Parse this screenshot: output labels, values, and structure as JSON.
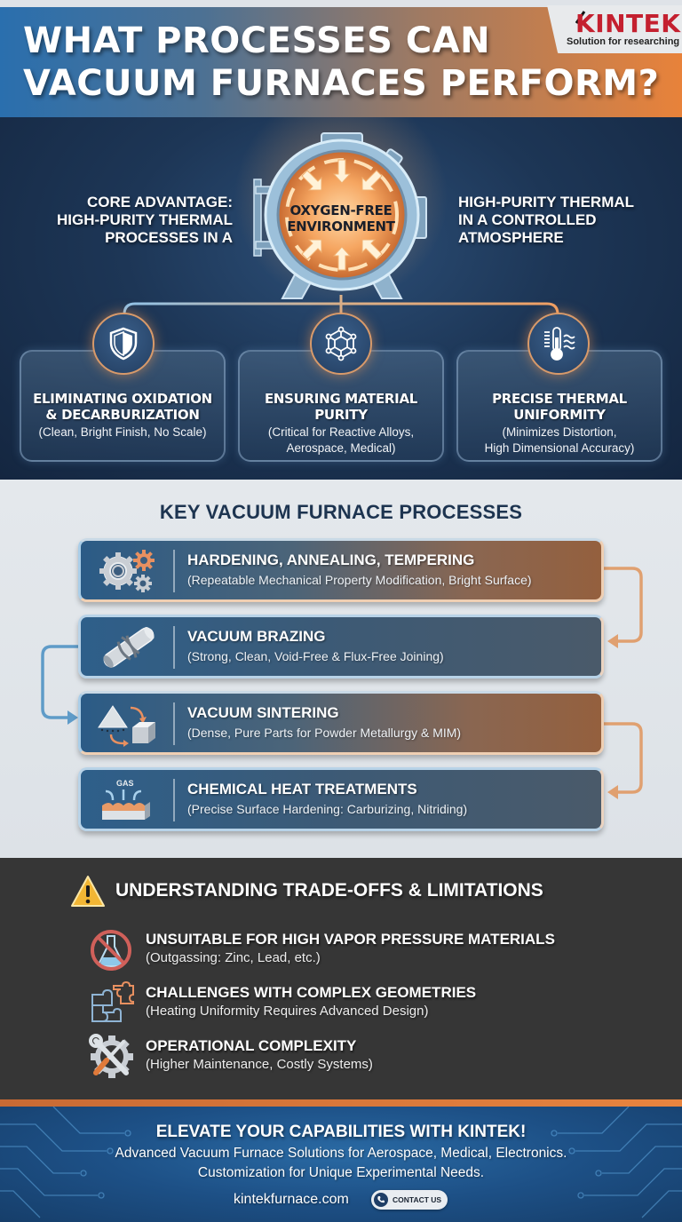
{
  "header": {
    "title_line1": "WHAT PROCESSES CAN",
    "title_line2": "VACUUM FURNACES PERFORM?",
    "logo": {
      "name": "KINTEK",
      "tagline": "Solution for researching"
    }
  },
  "hero": {
    "left_text": [
      "CORE ADVANTAGE:",
      "HIGH-PURITY THERMAL",
      "PROCESSES IN A"
    ],
    "center_label": [
      "OXYGEN-FREE",
      "ENVIRONMENT"
    ],
    "right_text": [
      "HIGH-PURITY THERMAL",
      "IN A CONTROLLED",
      "ATMOSPHERE"
    ],
    "benefits": [
      {
        "icon": "shield-icon",
        "title": [
          "ELIMINATING OXIDATION",
          "& DECARBURIZATION"
        ],
        "desc": [
          "(Clean, Bright Finish, No Scale)"
        ]
      },
      {
        "icon": "molecule-icon",
        "title": [
          "ENSURING MATERIAL",
          "PURITY"
        ],
        "desc": [
          "(Critical for Reactive Alloys,",
          "Aerospace, Medical)"
        ]
      },
      {
        "icon": "thermometer-icon",
        "title": [
          "PRECISE THERMAL",
          "UNIFORMITY"
        ],
        "desc": [
          "(Minimizes Distortion,",
          "High Dimensional Accuracy)"
        ]
      }
    ]
  },
  "processes": {
    "title": "KEY VACUUM FURNACE PROCESSES",
    "items": [
      {
        "icon": "gears-icon",
        "title": "HARDENING, ANNEALING, TEMPERING",
        "desc": "(Repeatable Mechanical Property Modification, Bright Surface)"
      },
      {
        "icon": "brazed-pipe-icon",
        "title": "VACUUM BRAZING",
        "desc": "(Strong, Clean, Void-Free & Flux-Free Joining)"
      },
      {
        "icon": "powder-to-block-icon",
        "title": "VACUUM SINTERING",
        "desc": "(Dense, Pure Parts for Powder Metallurgy & MIM)"
      },
      {
        "icon": "gas-surface-icon",
        "icon_text": "GAS",
        "title": "CHEMICAL HEAT TREATMENTS",
        "desc": "(Precise Surface Hardening: Carburizing, Nitriding)"
      }
    ]
  },
  "limitations": {
    "title": "UNDERSTANDING TRADE-OFFS & LIMITATIONS",
    "items": [
      {
        "icon": "no-flask-icon",
        "title": "UNSUITABLE FOR HIGH VAPOR PRESSURE MATERIALS",
        "desc": "(Outgassing: Zinc, Lead, etc.)"
      },
      {
        "icon": "puzzle-icon",
        "title": "CHALLENGES WITH COMPLEX GEOMETRIES",
        "desc": "(Heating Uniformity Requires Advanced Design)"
      },
      {
        "icon": "tools-gear-icon",
        "title": "OPERATIONAL COMPLEXITY",
        "desc": "(Higher Maintenance, Costly Systems)"
      }
    ]
  },
  "footer": {
    "title": "ELEVATE YOUR CAPABILITIES WITH KINTEK!",
    "line1": "Advanced Vacuum Furnace Solutions for Aerospace, Medical, Electronics.",
    "line2": "Customization for Unique Experimental Needs.",
    "url": "kintekfurnace.com",
    "contact_label": "CONTACT US"
  },
  "colors": {
    "brand_red": "#c4202f",
    "accent_orange": "#e8823a",
    "primary_blue": "#2a6fae",
    "navy": "#1d3450",
    "dark_panel": "#363636"
  }
}
